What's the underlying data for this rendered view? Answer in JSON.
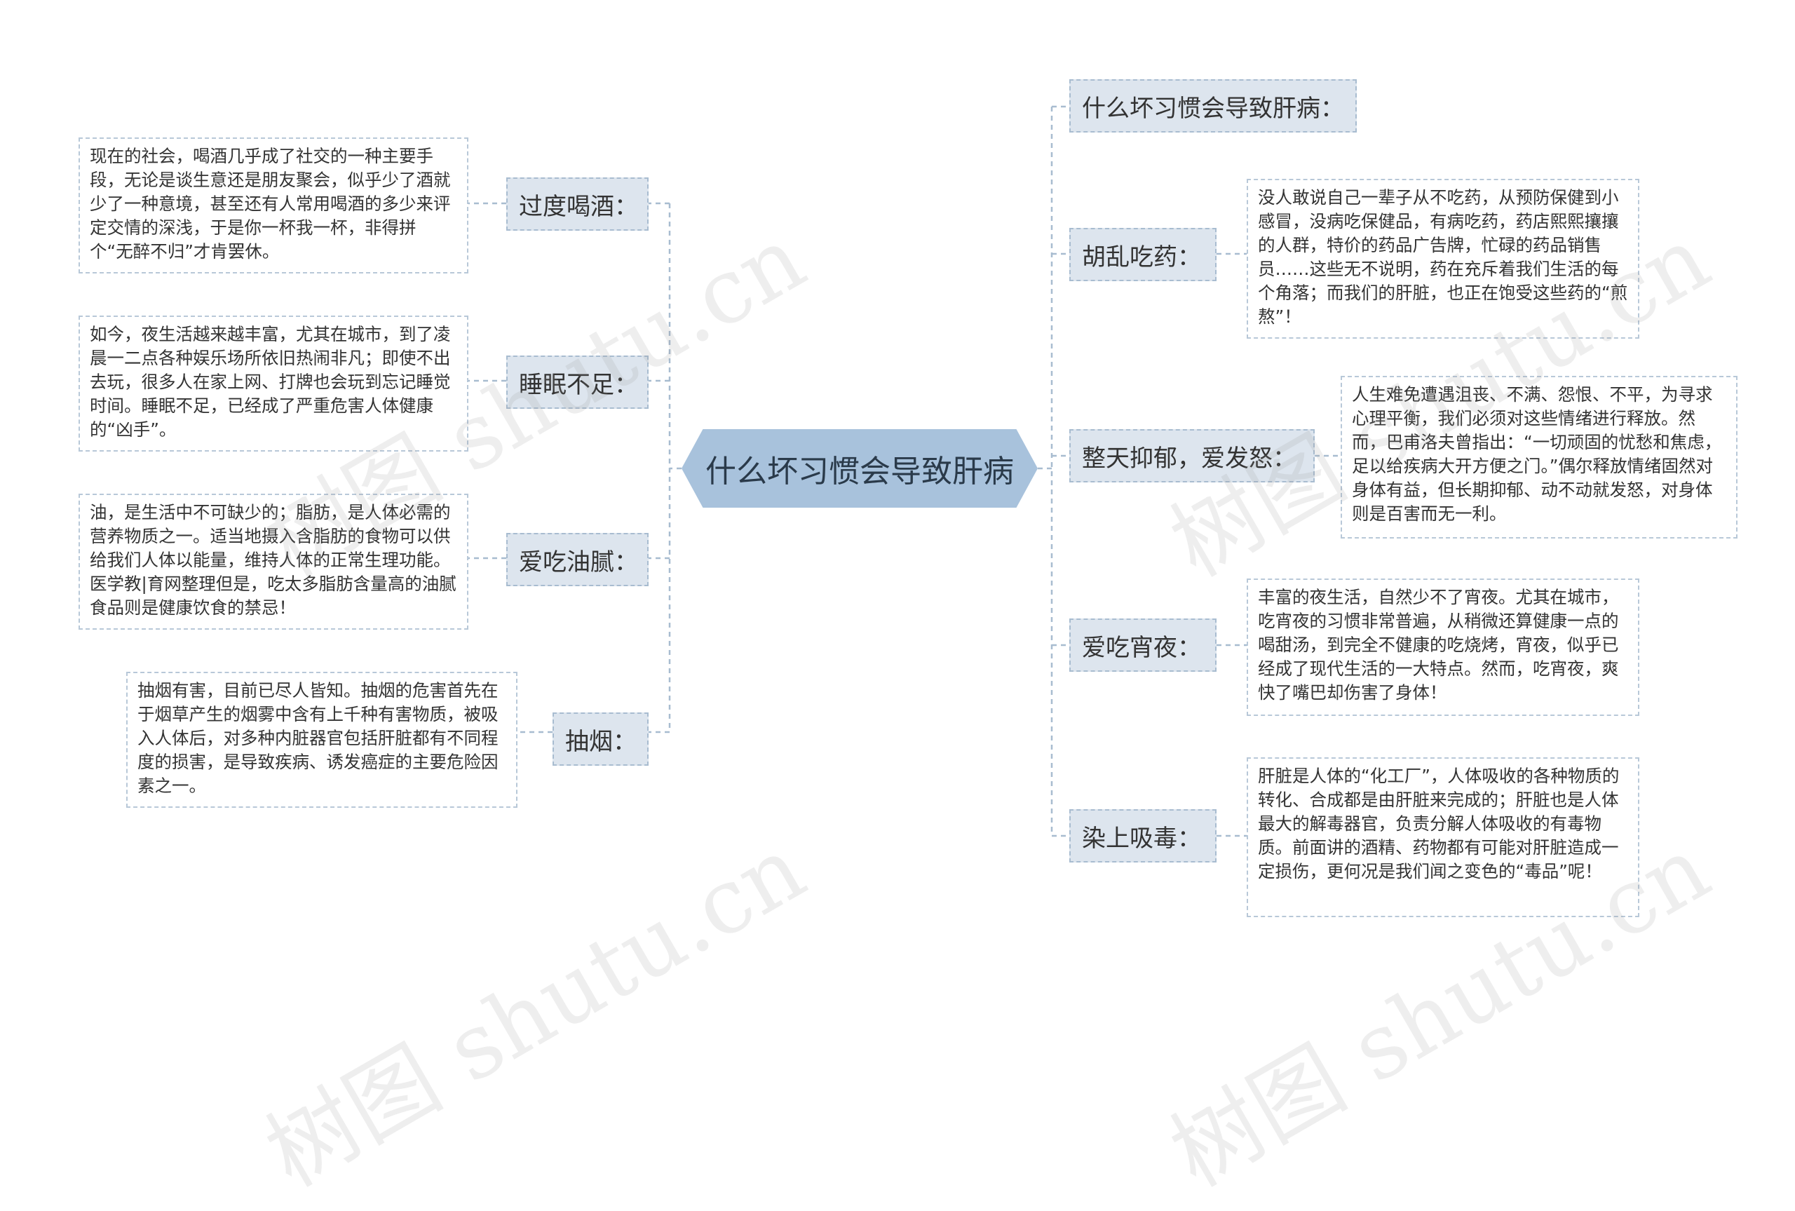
{
  "center": {
    "label": "什么坏习惯会导致肝病"
  },
  "left_branches": [
    {
      "label": "过度喝酒：",
      "text": "现在的社会，喝酒几乎成了社交的一种主要手段，无论是谈生意还是朋友聚会，似乎少了酒就少了一种意境，甚至还有人常用喝酒的多少来评定交情的深浅，于是你一杯我一杯，非得拼个“无醉不归”才肯罢休。"
    },
    {
      "label": "睡眠不足：",
      "text": "如今，夜生活越来越丰富，尤其在城市，到了凌晨一二点各种娱乐场所依旧热闹非凡；即使不出去玩，很多人在家上网、打牌也会玩到忘记睡觉时间。睡眠不足，已经成了严重危害人体健康的“凶手”。"
    },
    {
      "label": "爱吃油腻：",
      "text": "油，是生活中不可缺少的；脂肪，是人体必需的营养物质之一。适当地摄入含脂肪的食物可以供给我们人体以能量，维持人体的正常生理功能。医学教|育网整理但是，吃太多脂肪含量高的油腻食品则是健康饮食的禁忌！"
    },
    {
      "label": "抽烟：",
      "text": "抽烟有害，目前已尽人皆知。抽烟的危害首先在于烟草产生的烟雾中含有上千种有害物质，被吸入人体后，对多种内脏器官包括肝脏都有不同程度的损害，是导致疾病、诱发癌症的主要危险因素之一。"
    }
  ],
  "right_branches": [
    {
      "label": "什么坏习惯会导致肝病：",
      "text": ""
    },
    {
      "label": "胡乱吃药：",
      "text": "没人敢说自己一辈子从不吃药，从预防保健到小感冒，没病吃保健品，有病吃药，药店熙熙攘攘的人群，特价的药品广告牌，忙碌的药品销售员……这些无不说明，药在充斥着我们生活的每个角落；而我们的肝脏，也正在饱受这些药的“煎熬”！"
    },
    {
      "label": "整天抑郁，爱发怒：",
      "text": "人生难免遭遇沮丧、不满、怨恨、不平，为寻求心理平衡，我们必须对这些情绪进行释放。然而，巴甫洛夫曾指出：“一切顽固的忧愁和焦虑，足以给疾病大开方便之门。”偶尔释放情绪固然对身体有益，但长期抑郁、动不动就发怒，对身体则是百害而无一利。"
    },
    {
      "label": "爱吃宵夜：",
      "text": "丰富的夜生活，自然少不了宵夜。尤其在城市，吃宵夜的习惯非常普遍，从稍微还算健康一点的喝甜汤，到完全不健康的吃烧烤，宵夜，似乎已经成了现代生活的一大特点。然而，吃宵夜，爽快了嘴巴却伤害了身体！"
    },
    {
      "label": "染上吸毒：",
      "text": "肝脏是人体的“化工厂”，人体吸收的各种物质的转化、合成都是由肝脏来完成的；肝脏也是人体最大的解毒器官，负责分解人体吸收的有毒物质。前面讲的酒精、药物都有可能对肝脏造成一定损伤，更何况是我们闻之变色的“毒品”呢！"
    }
  ],
  "watermark": {
    "text": "树图 shutu.cn"
  },
  "colors": {
    "center_fill": "#a8c2dc",
    "node_fill": "#dde5ee",
    "connector": "#a8bcd0"
  }
}
